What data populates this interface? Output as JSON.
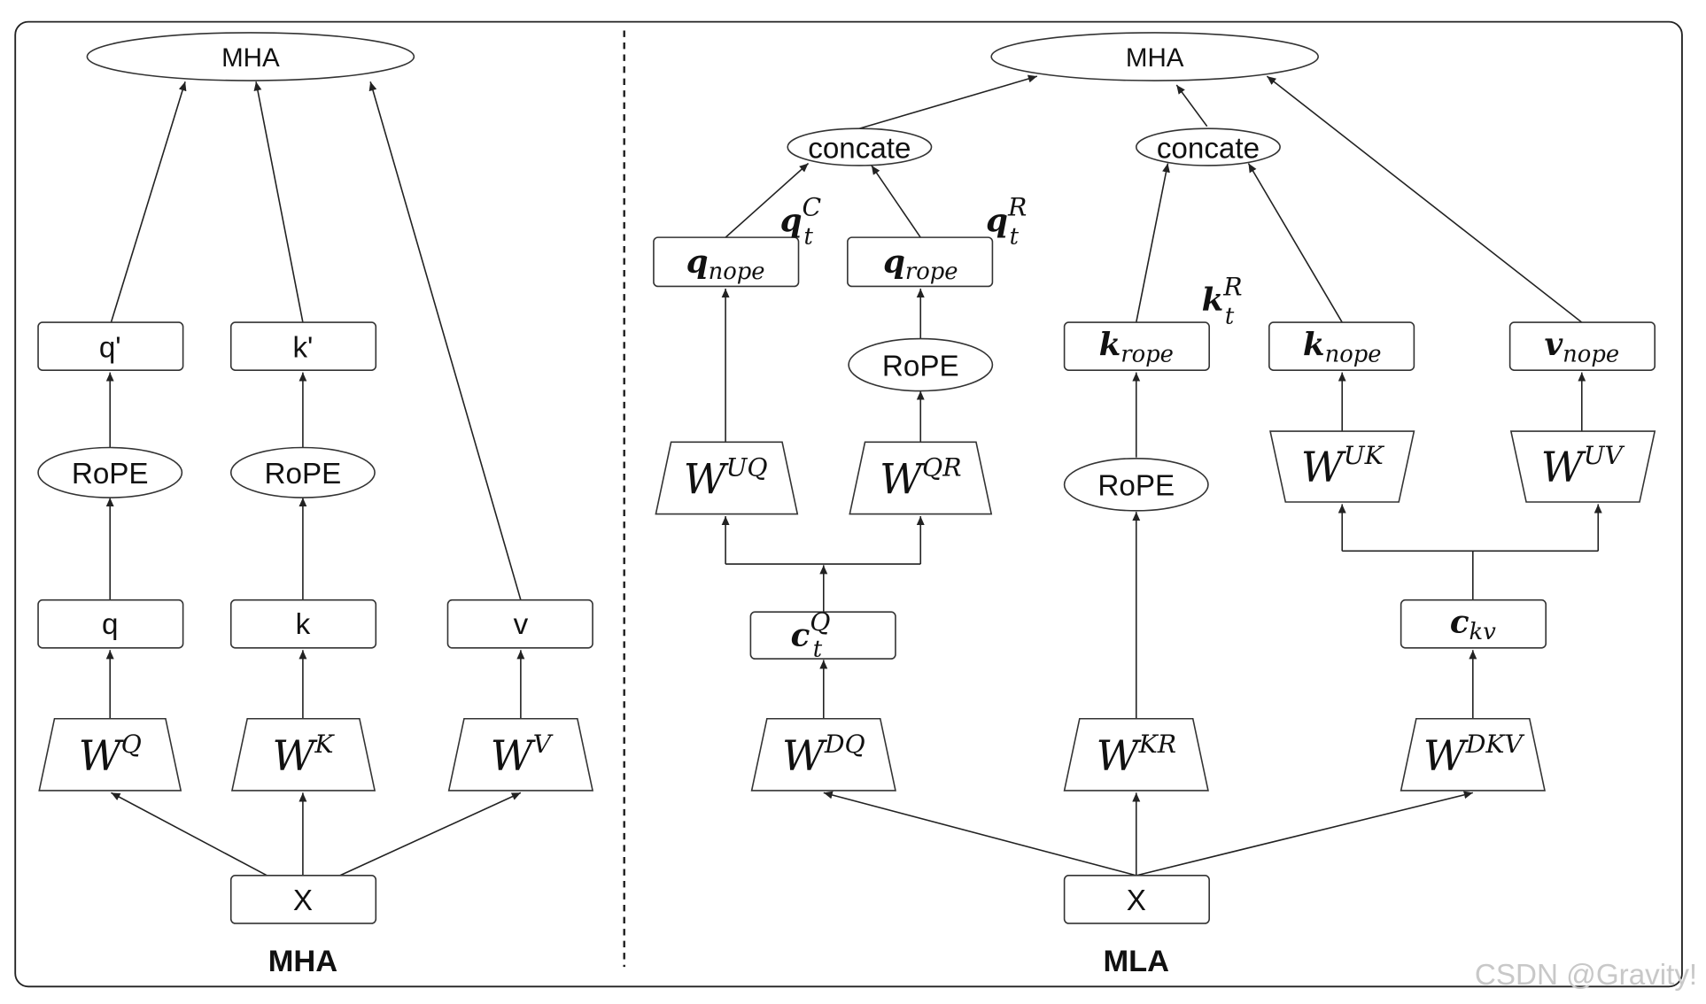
{
  "mha_panel": {
    "title": "MHA",
    "top": "MHA",
    "q_prime": "q'",
    "k_prime": "k'",
    "rope_q": "RoPE",
    "rope_k": "RoPE",
    "q": "q",
    "k": "k",
    "v": "v",
    "wq": {
      "base": "W",
      "sup": "Q"
    },
    "wk": {
      "base": "W",
      "sup": "K"
    },
    "wv": {
      "base": "W",
      "sup": "V"
    },
    "x": "X"
  },
  "mla_panel": {
    "title": "MLA",
    "top": "MHA",
    "concat_q": "concate",
    "concat_kv": "concate",
    "q_nope": {
      "base": "q",
      "sub": "nope"
    },
    "q_rope": {
      "base": "q",
      "sub": "rope"
    },
    "qtc": {
      "base": "q",
      "sup": "C",
      "sub": "t"
    },
    "qtr": {
      "base": "q",
      "sup": "R",
      "sub": "t"
    },
    "ktr": {
      "base": "k",
      "sup": "R",
      "sub": "t"
    },
    "rope_q": "RoPE",
    "rope_k": "RoPE",
    "wuq": {
      "base": "W",
      "sup": "UQ"
    },
    "wqr": {
      "base": "W",
      "sup": "QR"
    },
    "ctq": {
      "base": "c",
      "sup": "Q",
      "sub": "t"
    },
    "wdq": {
      "base": "W",
      "sup": "DQ"
    },
    "k_rope": {
      "base": "k",
      "sub": "rope"
    },
    "k_nope": {
      "base": "k",
      "sub": "nope"
    },
    "v_nope": {
      "base": "v",
      "sub": "nope"
    },
    "wuk": {
      "base": "W",
      "sup": "UK"
    },
    "wuv": {
      "base": "W",
      "sup": "UV"
    },
    "ckv": {
      "base": "c",
      "sub": "kv"
    },
    "wkr": {
      "base": "W",
      "sup": "KR"
    },
    "wdkv": {
      "base": "W",
      "sup": "DKV"
    },
    "x": "X"
  },
  "watermark": "CSDN @Gravity!"
}
